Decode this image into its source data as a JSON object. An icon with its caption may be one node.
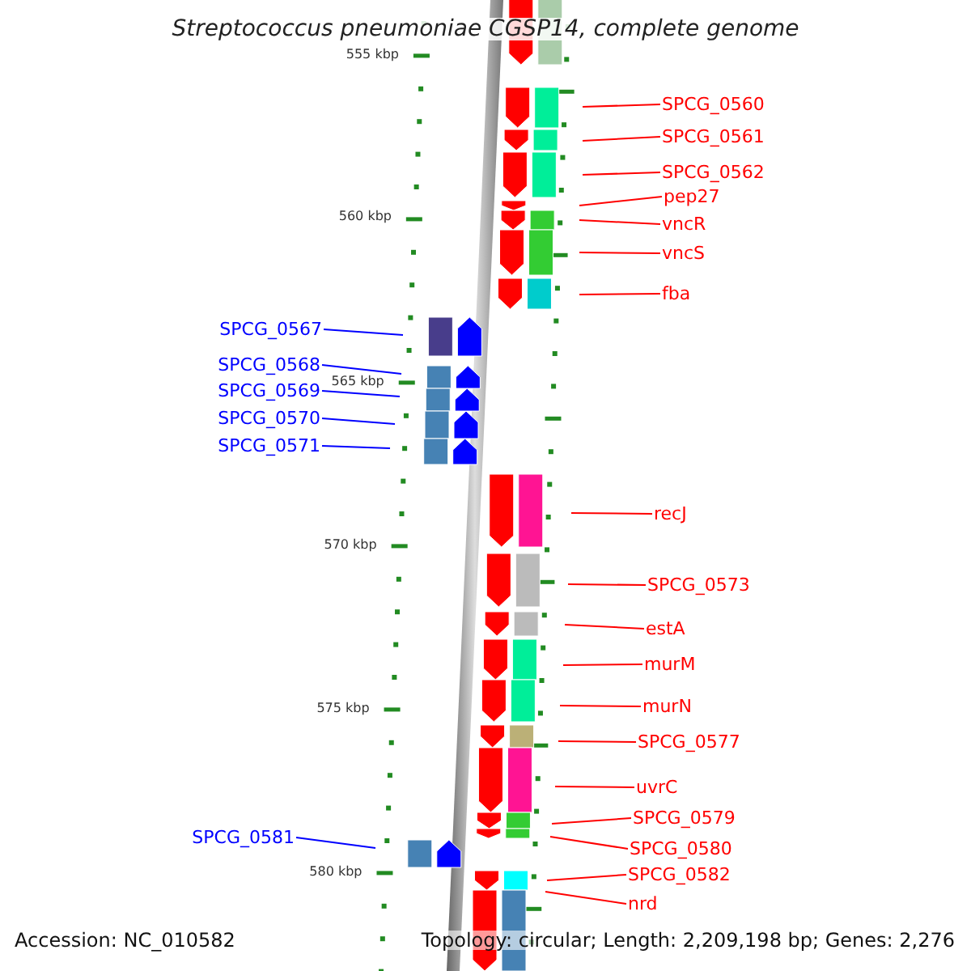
{
  "diagram": {
    "title": "Streptococcus pneumoniae CGSP14, complete genome",
    "nodes": [
      {
        "text": [
          "SPCG_0560"
        ]
      },
      {
        "text": [
          "SPCG_0561"
        ]
      },
      {
        "text": [
          "SPCG_0562"
        ]
      },
      {
        "text": [
          "pep27"
        ]
      },
      {
        "text": [
          "vncR"
        ]
      },
      {
        "text": [
          "vncS"
        ]
      },
      {
        "text": [
          "fba"
        ]
      },
      {
        "text": [
          "SPCG_0567"
        ]
      },
      {
        "text": [
          "SPCG_0568"
        ]
      },
      {
        "text": [
          "SPCG_0569"
        ]
      },
      {
        "text": [
          "SPCG_0570"
        ]
      },
      {
        "text": [
          "SPCG_0571"
        ]
      },
      {
        "text": [
          "recJ"
        ]
      },
      {
        "text": [
          "SPCG_0573"
        ]
      },
      {
        "text": [
          "estA"
        ]
      },
      {
        "text": [
          "murM"
        ]
      },
      {
        "text": [
          "murN"
        ]
      },
      {
        "text": [
          "SPCG_0577"
        ]
      },
      {
        "text": [
          "uvrC"
        ]
      },
      {
        "text": [
          "SPCG_0579"
        ]
      },
      {
        "text": [
          "SPCG_0581"
        ]
      },
      {
        "text": [
          "SPCG_0580"
        ]
      },
      {
        "text": [
          "SPCG_0582"
        ]
      },
      {
        "text": [
          "nrd"
        ]
      }
    ],
    "edges": [
      {
        "from": 0,
        "to": null,
        "arrow": "none"
      },
      {
        "from": 1,
        "to": null,
        "arrow": "none"
      },
      {
        "from": 2,
        "to": null,
        "arrow": "none"
      },
      {
        "from": 3,
        "to": null,
        "arrow": "none"
      },
      {
        "from": 4,
        "to": null,
        "arrow": "none"
      },
      {
        "from": 5,
        "to": null,
        "arrow": "none"
      },
      {
        "from": 6,
        "to": null,
        "arrow": "none"
      },
      {
        "from": 7,
        "to": null,
        "arrow": "none",
        "color": "#0000ff"
      },
      {
        "from": 8,
        "to": null,
        "arrow": "none",
        "color": "#0000ff"
      },
      {
        "from": 9,
        "to": null,
        "arrow": "none",
        "color": "#0000ff"
      },
      {
        "from": 10,
        "to": null,
        "arrow": "none",
        "color": "#0000ff"
      },
      {
        "from": 11,
        "to": null,
        "arrow": "none",
        "color": "#0000ff"
      },
      {
        "from": 12,
        "to": null,
        "arrow": "none"
      },
      {
        "from": 13,
        "to": null,
        "arrow": "none"
      },
      {
        "from": 14,
        "to": null,
        "arrow": "none"
      },
      {
        "from": 15,
        "to": null,
        "arrow": "none"
      },
      {
        "from": 16,
        "to": null,
        "arrow": "none"
      },
      {
        "from": 17,
        "to": null,
        "arrow": "none"
      },
      {
        "from": 18,
        "to": null,
        "arrow": "none"
      },
      {
        "from": 19,
        "to": null,
        "arrow": "none"
      },
      {
        "from": 20,
        "to": null,
        "arrow": "none",
        "color": "#0000ff"
      },
      {
        "from": 21,
        "to": null,
        "arrow": "none"
      },
      {
        "from": 22,
        "to": null,
        "arrow": "none"
      },
      {
        "from": 23,
        "to": null,
        "arrow": "none"
      }
    ],
    "labels": [
      "555 kbp",
      "560 kbp",
      "565 kbp",
      "570 kbp",
      "575 kbp",
      "580 kbp",
      "Accession: NC_010582",
      "Topology: circular; Length: 2,209,198 bp; Genes: 2,276"
    ]
  }
}
